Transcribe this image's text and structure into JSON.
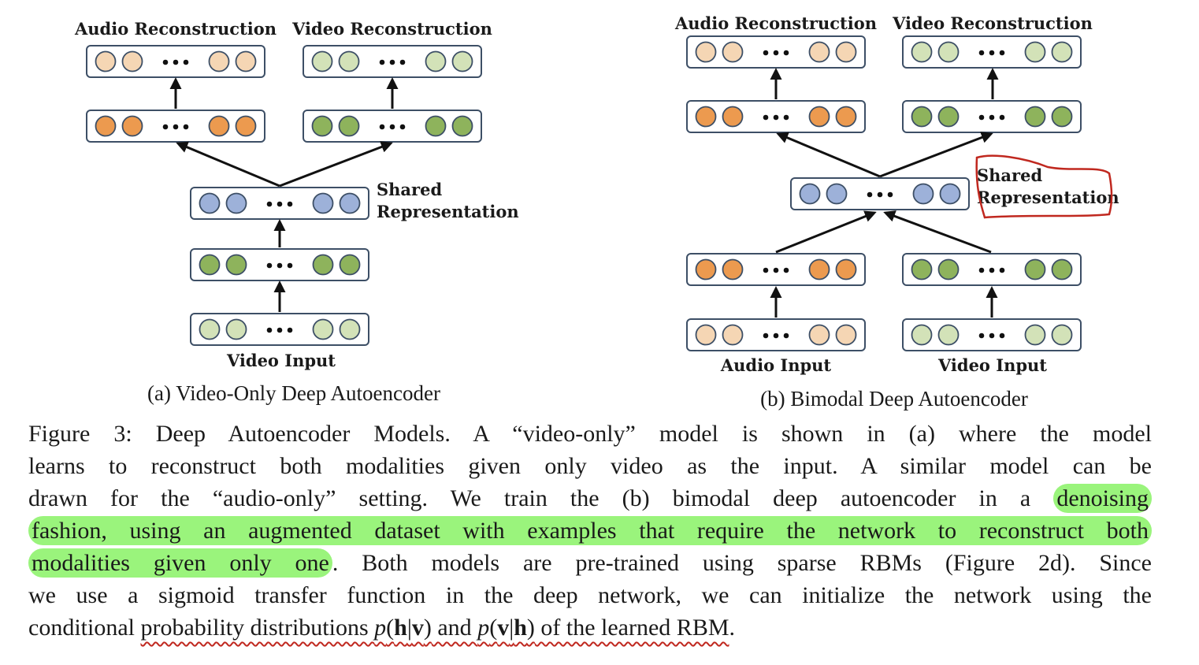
{
  "figure": {
    "a": {
      "audio_recon": "Audio Reconstruction",
      "video_recon": "Video Reconstruction",
      "shared_line1": "Shared",
      "shared_line2": "Representation",
      "video_input": "Video Input",
      "caption": "(a) Video-Only Deep Autoencoder"
    },
    "b": {
      "audio_recon": "Audio Reconstruction",
      "video_recon": "Video Reconstruction",
      "shared_line1": "Shared",
      "shared_line2": "Representation",
      "audio_input": "Audio Input",
      "video_input": "Video Input",
      "caption": "(b) Bimodal Deep Autoencoder"
    },
    "colors": {
      "audio_light": "#f5d6b4",
      "audio_dark": "#ec9a4f",
      "video_light": "#d3e2b8",
      "video_dark": "#8eb35c",
      "shared": "#9db1d9",
      "box_stroke": "#3d4f66",
      "annotation_red": "#c0281f",
      "highlight_green": "#7ef055"
    }
  },
  "caption": {
    "l1": "Figure 3: Deep Autoencoder Models. A “video-only” model is shown in (a) where the model",
    "l2": "learns to reconstruct both modalities given only video as the input. A similar model can be",
    "l3a": "drawn for the “audio-only” setting. We train the (b) bimodal deep autoencoder in a ",
    "l3b": "denoising",
    "l4": "fashion, using an augmented dataset with examples that require the network to reconstruct both",
    "l5a": "modalities given only one",
    "l5b": ". Both models are pre-trained using sparse RBMs (Figure 2d). Since",
    "l6": "we use a sigmoid transfer function in the deep network, we can initialize the network using the",
    "l7a": "conditional ",
    "l7b": "probability distributions ",
    "p1_p": "p",
    "p1_open": "(",
    "p1_h": "h",
    "p1_bar": "|",
    "p1_v": "v",
    "p1_close": ")",
    "l7c": " and ",
    "p2_p": "p",
    "p2_open": "(",
    "p2_v": "v",
    "p2_bar": "|",
    "p2_h": "h",
    "p2_close": ")",
    "l7d": " of the learned RBM",
    "l7e": "."
  }
}
